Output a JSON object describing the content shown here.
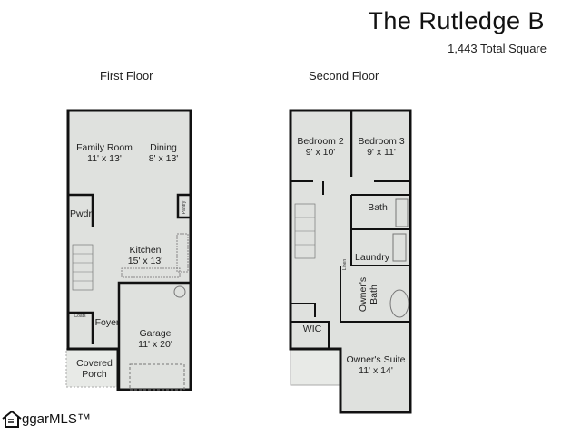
{
  "header": {
    "title": "The Rutledge B",
    "subtitle": "1,443 Total Square"
  },
  "floors": [
    {
      "label": "First Floor",
      "rooms": [
        {
          "name": "Family Room",
          "size": "11' x 13'"
        },
        {
          "name": "Dining",
          "size": "8' x 13'"
        },
        {
          "name": "Pwdr",
          "size": ""
        },
        {
          "name": "Pantry",
          "size": ""
        },
        {
          "name": "Kitchen",
          "size": "15' x 13'"
        },
        {
          "name": "Coats",
          "size": ""
        },
        {
          "name": "Foyer",
          "size": ""
        },
        {
          "name": "Garage",
          "size": "11' x 20'"
        },
        {
          "name": "Covered",
          "size": "Porch"
        }
      ]
    },
    {
      "label": "Second Floor",
      "rooms": [
        {
          "name": "Bedroom 2",
          "size": "9' x 10'"
        },
        {
          "name": "Bedroom 3",
          "size": "9' x 11'"
        },
        {
          "name": "Bath",
          "size": ""
        },
        {
          "name": "Laundry",
          "size": ""
        },
        {
          "name": "Linen",
          "size": ""
        },
        {
          "name": "Owner's",
          "size": "Bath"
        },
        {
          "name": "WIC",
          "size": ""
        },
        {
          "name": "Owner's Suite",
          "size": "11' x 14'"
        }
      ]
    }
  ],
  "logo": {
    "text": "ggarMLS™"
  },
  "colors": {
    "floor_fill": "#dfe1de",
    "wall": "#111111",
    "porch_fill": "#e8eae7"
  }
}
